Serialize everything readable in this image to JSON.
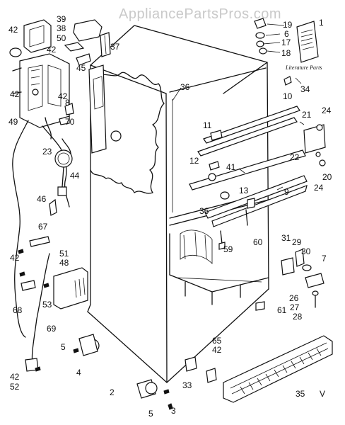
{
  "watermark": "AppliancePartsPros.com",
  "literature_label": "Literature Parts",
  "trailing_mark": "V",
  "callouts": {
    "c1": "1",
    "c2": "2",
    "c3": "3",
    "c4": "4",
    "c5a": "5",
    "c5b": "5",
    "c6": "6",
    "c7": "7",
    "c8": "8",
    "c9": "9",
    "c10": "10",
    "c11": "11",
    "c12": "12",
    "c13": "13",
    "c17": "17",
    "c18": "18",
    "c19": "19",
    "c20": "20",
    "c21": "21",
    "c22": "22",
    "c23": "23",
    "c24a": "24",
    "c24b": "24",
    "c26": "26",
    "c27": "27",
    "c28": "28",
    "c29": "29",
    "c30": "30",
    "c31": "31",
    "c33": "33",
    "c34": "34",
    "c35": "35",
    "c36a": "36",
    "c36b": "36",
    "c37": "37",
    "c38": "38",
    "c39": "39",
    "c41": "41",
    "c42a": "42",
    "c42b": "42",
    "c42c": "42",
    "c42d": "42",
    "c42e": "42",
    "c42f": "42",
    "c42g": "42",
    "c44": "44",
    "c45": "45",
    "c46": "46",
    "c48": "48",
    "c49": "49",
    "c50": "50",
    "c51": "51",
    "c52": "52",
    "c53": "53",
    "c59": "59",
    "c60": "60",
    "c61": "61",
    "c65": "65",
    "c67": "67",
    "c68": "68",
    "c69": "69",
    "c70": "70"
  }
}
